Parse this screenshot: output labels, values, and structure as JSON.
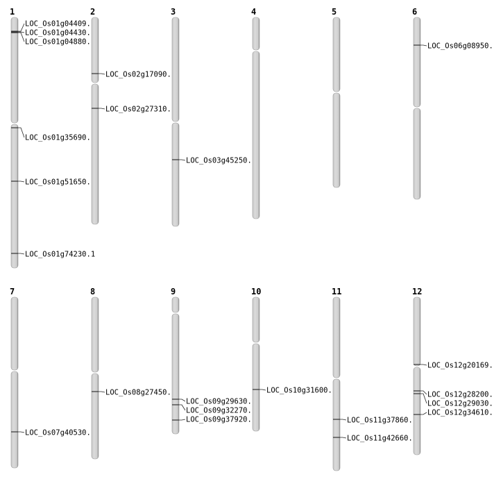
{
  "chromosomes": [
    {
      "label": "1",
      "genes": [
        "LOC_Os01g04409.1",
        "LOC_Os01g04430.1",
        "LOC_Os01g04880.1",
        "LOC_Os01g35690.1",
        "LOC_Os01g51650.1",
        "LOC_Os01g74230.1"
      ]
    },
    {
      "label": "2",
      "genes": [
        "LOC_Os02g17090.1",
        "LOC_Os02g27310.1"
      ]
    },
    {
      "label": "3",
      "genes": [
        "LOC_Os03g45250.1"
      ]
    },
    {
      "label": "4",
      "genes": []
    },
    {
      "label": "5",
      "genes": []
    },
    {
      "label": "6",
      "genes": [
        "LOC_Os06g08950.1"
      ]
    },
    {
      "label": "7",
      "genes": [
        "LOC_Os07g40530.1"
      ]
    },
    {
      "label": "8",
      "genes": [
        "LOC_Os08g27450.1"
      ]
    },
    {
      "label": "9",
      "genes": [
        "LOC_Os09g29630.1",
        "LOC_Os09g32270.1",
        "LOC_Os09g37920.1"
      ]
    },
    {
      "label": "10",
      "genes": [
        "LOC_Os10g31600.1"
      ]
    },
    {
      "label": "11",
      "genes": [
        "LOC_Os11g37860.1",
        "LOC_Os11g42660.1"
      ]
    },
    {
      "label": "12",
      "genes": [
        "LOC_Os12g20169.1",
        "LOC_Os12g28200.1",
        "LOC_Os12g29030.1",
        "LOC_Os12g34610.1"
      ]
    }
  ],
  "colors": {
    "chromosome": "#d4d4d4",
    "edge": "#888888",
    "marker": "#333333"
  }
}
